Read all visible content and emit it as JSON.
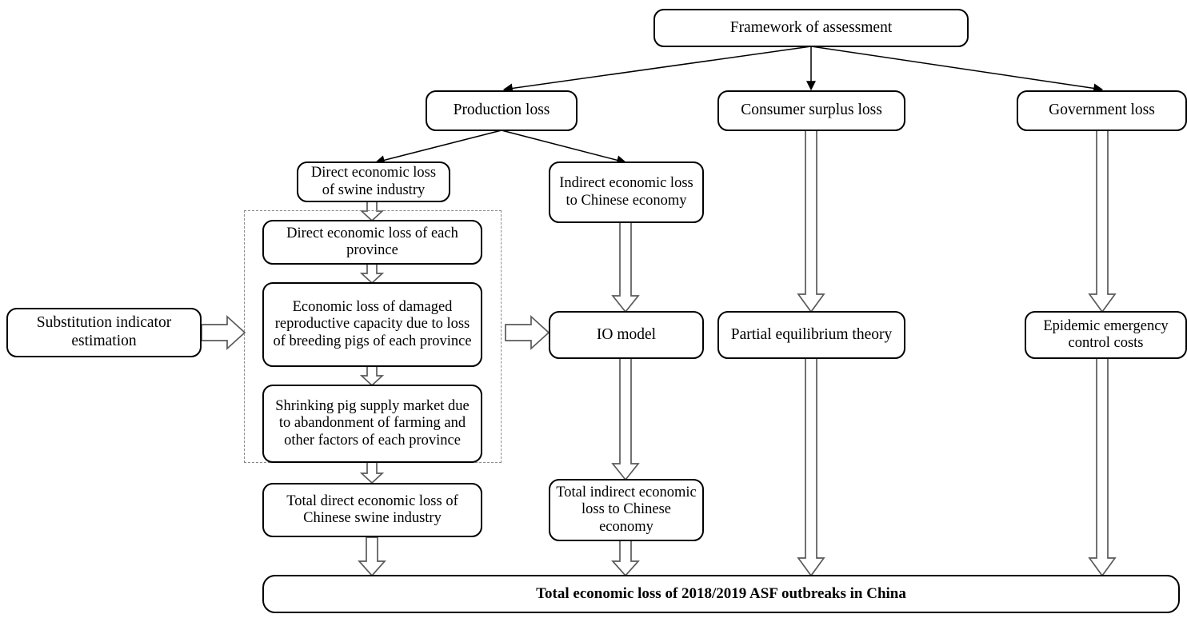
{
  "diagram": {
    "title_node": "Framework of assessment",
    "nodes": {
      "framework": {
        "label": "Framework of assessment"
      },
      "production_loss": {
        "label": "Production loss"
      },
      "consumer_surplus_loss": {
        "label": "Consumer surplus loss"
      },
      "government_loss": {
        "label": "Government loss"
      },
      "direct_swine": {
        "label": "Direct economic loss of swine industry"
      },
      "indirect_chinese": {
        "label": "Indirect economic loss to Chinese economy"
      },
      "direct_province": {
        "label": "Direct economic loss of each province"
      },
      "reproductive_capacity": {
        "label": "Economic loss of damaged reproductive capacity due to loss of breeding pigs of each province"
      },
      "shrinking_market": {
        "label": "Shrinking pig supply market due to abandonment of farming and other factors of each province"
      },
      "total_direct": {
        "label": "Total direct economic loss of Chinese swine industry"
      },
      "io_model": {
        "label": "IO model"
      },
      "partial_equilibrium": {
        "label": "Partial equilibrium theory"
      },
      "epidemic_costs": {
        "label": "Epidemic emergency control costs"
      },
      "substitution_indicator": {
        "label": "Substitution indicator estimation"
      },
      "total_indirect": {
        "label": "Total indirect economic loss to Chinese economy"
      },
      "total_economic_loss": {
        "label": "Total economic loss of 2018/2019 ASF outbreaks in China"
      }
    },
    "colors": {
      "node_border": "#000000",
      "node_fill": "#ffffff",
      "text": "#000000",
      "thin_arrow": "#000000",
      "block_arrow_outline": "#5a5a5a",
      "block_arrow_fill": "#ffffff",
      "dashed_group_border": "#8a8a8a"
    },
    "edges": [
      {
        "name": "framework-to-production-loss",
        "style": "thin-line-arrow"
      },
      {
        "name": "framework-to-consumer-surplus-loss",
        "style": "thin-line-arrow"
      },
      {
        "name": "framework-to-government-loss",
        "style": "thin-line-arrow"
      },
      {
        "name": "production-loss-to-direct-swine",
        "style": "thin-line-arrow"
      },
      {
        "name": "production-loss-to-indirect-chinese",
        "style": "thin-line-arrow"
      },
      {
        "name": "direct-swine-to-direct-province",
        "style": "block-arrow-down"
      },
      {
        "name": "direct-province-to-reproductive-capacity",
        "style": "block-arrow-down"
      },
      {
        "name": "reproductive-capacity-to-shrinking-market",
        "style": "block-arrow-down"
      },
      {
        "name": "shrinking-market-to-total-direct",
        "style": "block-arrow-down"
      },
      {
        "name": "indirect-chinese-to-io-model",
        "style": "block-arrow-down"
      },
      {
        "name": "io-model-to-total-indirect",
        "style": "block-arrow-down"
      },
      {
        "name": "consumer-surplus-loss-to-partial-equilibrium",
        "style": "block-arrow-down"
      },
      {
        "name": "partial-equilibrium-to-total-economic-loss",
        "style": "block-arrow-down"
      },
      {
        "name": "government-loss-to-epidemic-costs",
        "style": "block-arrow-down"
      },
      {
        "name": "epidemic-costs-to-total-economic-loss",
        "style": "block-arrow-down"
      },
      {
        "name": "total-direct-to-total-economic-loss",
        "style": "block-arrow-down"
      },
      {
        "name": "total-indirect-to-total-economic-loss",
        "style": "block-arrow-down"
      },
      {
        "name": "substitution-indicator-to-province-group",
        "style": "block-arrow-right"
      },
      {
        "name": "province-group-to-io-model",
        "style": "block-arrow-right"
      }
    ]
  }
}
